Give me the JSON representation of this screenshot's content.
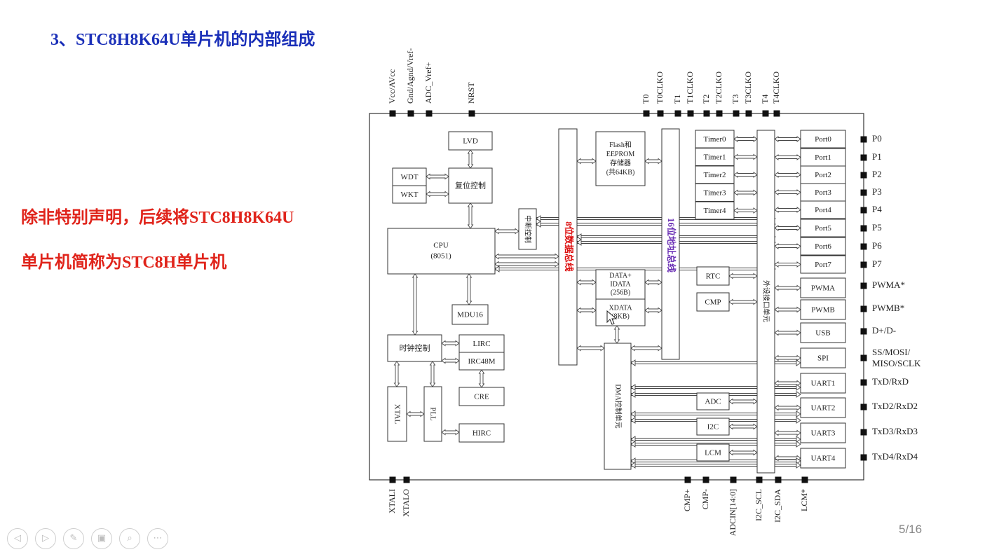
{
  "title": "3、STC8H8K64U单片机的内部组成",
  "note": {
    "line1": "除非特别声明，后续将STC8H8K64U",
    "line2": "单片机简称为STC8H单片机"
  },
  "page_number": "5/16",
  "diagram": {
    "top_pins": [
      "Vcc/AVcc",
      "Gnd/Agnd/Vref-",
      "ADC_Vref+",
      "NRST",
      "T0",
      "T0CLKO",
      "T1",
      "T1CLKO",
      "T2",
      "T2CLKO",
      "T3",
      "T3CLKO",
      "T4",
      "T4CLKO"
    ],
    "bottom_pins": [
      "XTALI",
      "XTALO",
      "CMP+",
      "CMP-",
      "ADCIN[14:0]",
      "I2C_SCL",
      "I2C_SDA",
      "LCM*"
    ],
    "right_pins": [
      "P0",
      "P1",
      "P2",
      "P3",
      "P4",
      "P5",
      "P6",
      "P7",
      "PWMA*",
      "PWMB*",
      "D+/D-",
      "SS/MOSI/",
      "MISO/SCLK",
      "TxD/RxD",
      "TxD2/RxD2",
      "TxD3/RxD3",
      "TxD4/RxD4"
    ],
    "blocks": {
      "lvd": "LVD",
      "wdt": "WDT",
      "wkt": "WKT",
      "reset": "复位控制",
      "cpu": "CPU",
      "cpu_sub": "(8051)",
      "mdu": "MDU16",
      "interrupt": "中断控制",
      "clock": "时钟控制",
      "lirc": "LIRC",
      "irc48m": "IRC48M",
      "cre": "CRE",
      "hirc": "HIRC",
      "xtal": "XTAL",
      "pll": "PLL",
      "flash": [
        "Flash和",
        "EEPROM",
        "存储器",
        "(共64KB)"
      ],
      "data": [
        "DATA+",
        "IDATA",
        "(256B)"
      ],
      "xdata": [
        "XDATA",
        "(8KB)"
      ],
      "dma": "DMA控制单元",
      "databus": "8位数据总线",
      "addrbus": "16位地址总线",
      "rtc": "RTC",
      "cmp": "CMP",
      "adc": "ADC",
      "i2c": "I2C",
      "lcm": "LCM",
      "periph_if": "外设接口单元",
      "timers": [
        "Timer0",
        "Timer1",
        "Timer2",
        "Timer3",
        "Timer4"
      ],
      "ports": [
        "Port0",
        "Port1",
        "Port2",
        "Port3",
        "Port4",
        "Port5",
        "Port6",
        "Port7"
      ],
      "rightblocks": [
        "PWMA",
        "PWMB",
        "USB",
        "SPI",
        "UART1",
        "UART2",
        "UART3",
        "UART4"
      ]
    }
  },
  "toolbar": [
    {
      "name": "prev-icon",
      "glyph": "◁"
    },
    {
      "name": "next-icon",
      "glyph": "▷"
    },
    {
      "name": "pen-icon",
      "glyph": "✎"
    },
    {
      "name": "slides-icon",
      "glyph": "▣"
    },
    {
      "name": "zoom-icon",
      "glyph": "⌕"
    },
    {
      "name": "more-icon",
      "glyph": "⋯"
    }
  ]
}
